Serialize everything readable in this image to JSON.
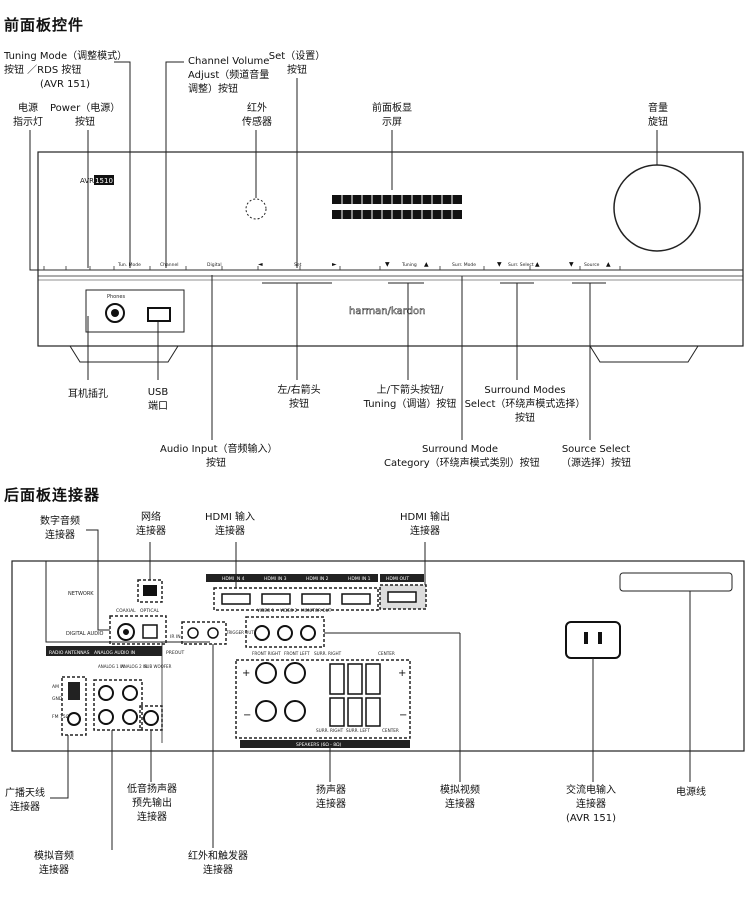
{
  "sections": {
    "front_title": "前面板控件",
    "rear_title": "后面板连接器"
  },
  "front_labels": {
    "tuning_mode": [
      "Tuning Mode（调整模式）",
      "按钮 ／RDS 按钮",
      "(AVR 151)"
    ],
    "channel_volume": [
      "Channel Volume",
      "Adjust（频道音量",
      "调整）按钮"
    ],
    "set": [
      "Set（设置）",
      "按钮"
    ],
    "power_indicator": [
      "电源",
      "指示灯"
    ],
    "power": [
      "Power（电源）",
      "按钮"
    ],
    "ir_sensor": [
      "红外",
      "传感器"
    ],
    "display": [
      "前面板显",
      "示屏"
    ],
    "volume_knob": [
      "音量",
      "旋钮"
    ],
    "headphone": [
      "耳机插孔"
    ],
    "usb": [
      "USB",
      "端口"
    ],
    "left_right": [
      "左/右箭头",
      "按钮"
    ],
    "up_down": [
      "上/下箭头按钮/",
      "Tuning（调谐）按钮"
    ],
    "surround_modes": [
      "Surround Modes",
      "Select（环绕声模式选择）",
      "按钮"
    ],
    "audio_input": [
      "Audio Input（音频输入）",
      "按钮"
    ],
    "surround_category": [
      "Surround Mode",
      "Category（环绕声模式类别）按钮"
    ],
    "source_select": [
      "Source Select",
      "（源选择）按钮"
    ]
  },
  "front_panel": {
    "model": "AVR 1510",
    "brand": "harman/kardon",
    "phones": "Phones",
    "buttons": [
      "Tun. Mode",
      "Channel",
      "Digital",
      "Set",
      "Tuning",
      "Surr. Mode",
      "Surr. Select",
      "Source"
    ]
  },
  "rear_labels": {
    "digital_audio": [
      "数字音频",
      "连接器"
    ],
    "network": [
      "网络",
      "连接器"
    ],
    "hdmi_in": [
      "HDMI 输入",
      "连接器"
    ],
    "hdmi_out": [
      "HDMI 输出",
      "连接器"
    ],
    "antenna": [
      "广播天线",
      "连接器"
    ],
    "sub_out": [
      "低音扬声器",
      "预先输出",
      "连接器"
    ],
    "speakers": [
      "扬声器",
      "连接器"
    ],
    "video": [
      "模拟视频",
      "连接器"
    ],
    "ac_input": [
      "交流电输入",
      "连接器",
      "(AVR 151)"
    ],
    "power_cord": [
      "电源线"
    ],
    "analog_audio": [
      "模拟音频",
      "连接器"
    ],
    "ir_trigger": [
      "红外和触发器",
      "连接器"
    ]
  },
  "rear_panel": {
    "network": "NETWORK",
    "digital_audio": "DIGITAL AUDIO",
    "coaxial": "COAXIAL",
    "optical": "OPTICAL",
    "radio": "RADIO ANTENNAS",
    "analog_audio": "ANALOG AUDIO IN",
    "preout": "PREOUT",
    "am": "AM",
    "gnd": "GND",
    "fm": "FM 75Ω",
    "analog_1": "ANALOG 1 IN",
    "analog_2": "ANALOG 2 IN",
    "sub": "SUB WOOFER",
    "ir_in": "IR IN",
    "trigger": "TRIGGER OUT",
    "hdmi_in": [
      "HDMI IN 4",
      "HDMI IN 3",
      "HDMI IN 2",
      "HDMI IN 1"
    ],
    "hdmi_out": "HDMI OUT",
    "video": [
      "VIDEO 1",
      "VIDEO 2",
      "MONITOR OUT"
    ],
    "speakers_top": [
      "FRONT RIGHT",
      "FRONT LEFT",
      "SURR. RIGHT",
      "CENTER"
    ],
    "speakers_bottom": [
      "SURR. RIGHT",
      "SURR. LEFT",
      "CENTER"
    ],
    "speakers_bar": "SPEAKERS (6Ω - 8Ω)"
  }
}
